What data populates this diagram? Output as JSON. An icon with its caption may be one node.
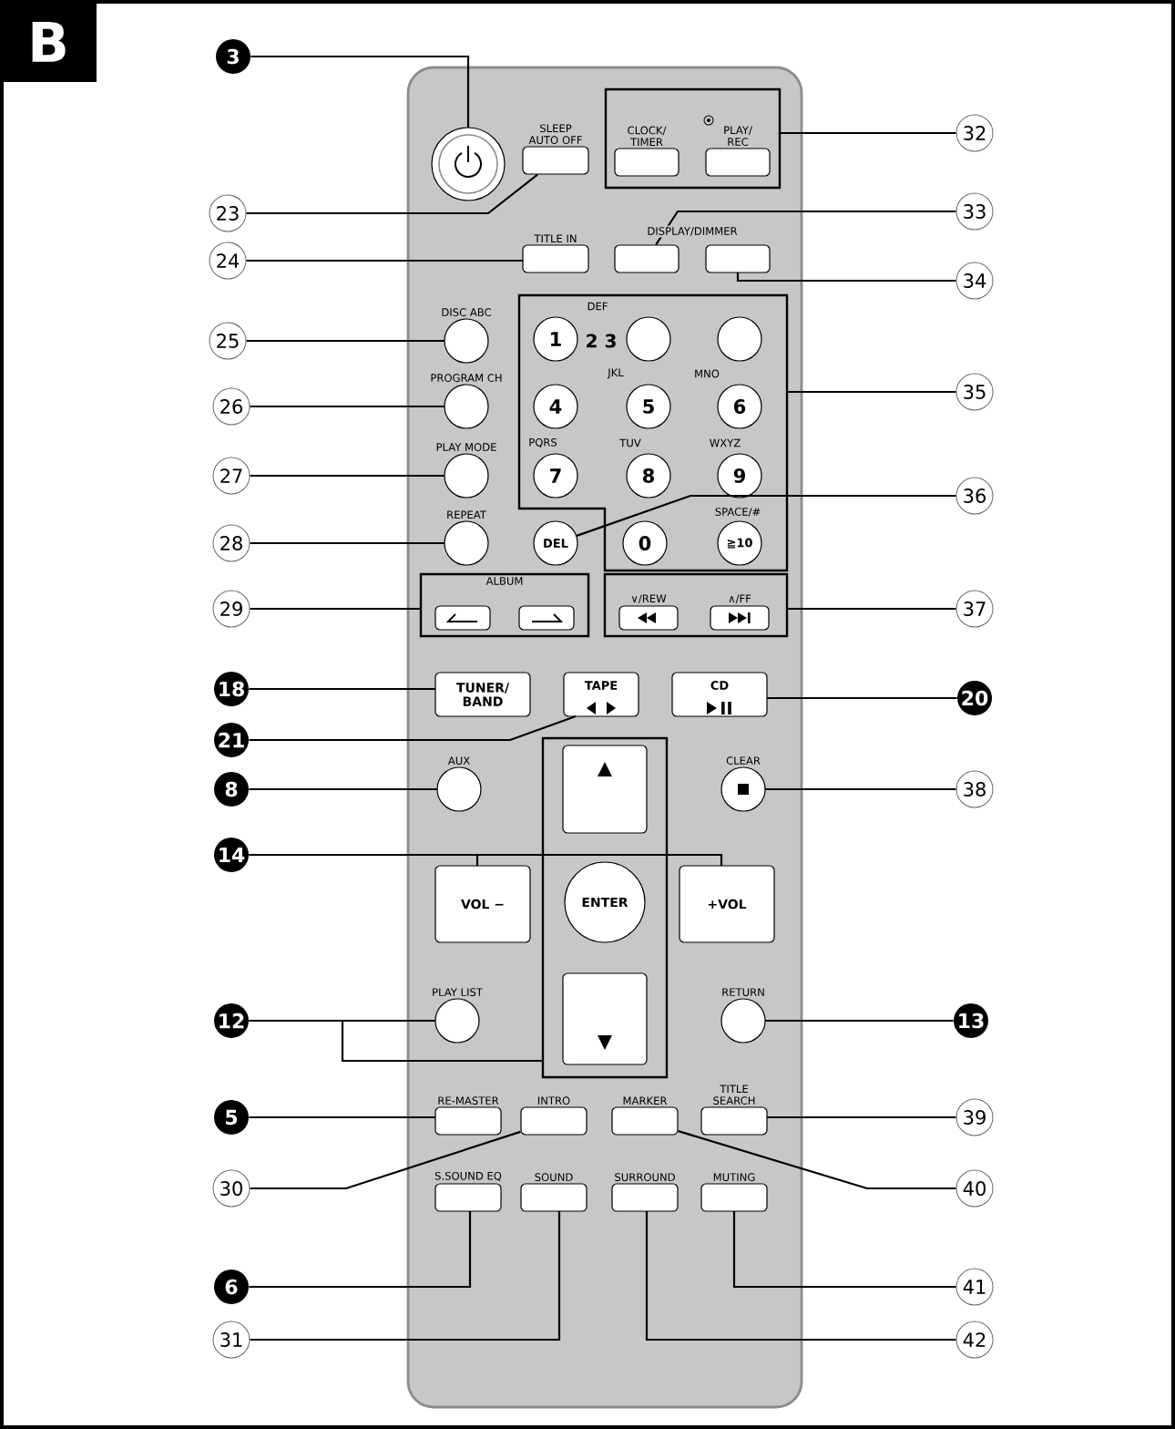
{
  "diagram": {
    "nodes": [
      {
        "text": [
          "3"
        ]
      },
      {
        "text": [],
        "shape": "circle"
      },
      {
        "text": [
          "SLEEP AUTO OFF"
        ]
      },
      {
        "text": [],
        "shape": "box"
      },
      {
        "text": [
          "CLOCK/ TIMER"
        ],
        "in": 3
      },
      {
        "text": [
          "PLAY/ REC"
        ],
        "in": 3
      },
      {
        "text": [
          "32"
        ]
      },
      {
        "text": [
          "23"
        ]
      },
      {
        "text": [
          "TITLE IN"
        ]
      },
      {
        "text": [
          "24"
        ]
      },
      {
        "text": [],
        "shape": "box"
      },
      {
        "text": [],
        "shape": "box"
      },
      {
        "text": [
          "33"
        ]
      },
      {
        "text": [
          "34"
        ]
      },
      {
        "text": [
          "DISC ABC"
        ]
      },
      {
        "text": [
          "25"
        ]
      },
      {
        "text": [],
        "shape": "box"
      },
      {
        "text": [
          "1"
        ],
        "in": 16
      },
      {
        "text": [],
        "shape": "circle",
        "in": 16
      },
      {
        "text": [],
        "shape": "circle",
        "in": 16
      },
      {
        "text": [
          "4"
        ],
        "in": 16
      },
      {
        "text": [
          "5"
        ],
        "in": 16
      },
      {
        "text": [
          "6"
        ],
        "in": 16
      },
      {
        "text": [
          "7"
        ],
        "in": 16
      },
      {
        "text": [
          "8"
        ],
        "in": 16
      },
      {
        "text": [
          "9"
        ],
        "in": 16
      },
      {
        "text": [
          "0"
        ],
        "in": 16
      },
      {
        "text": [
          "≧10"
        ],
        "in": 16
      },
      {
        "text": [
          "DEL"
        ]
      },
      {
        "text": [
          "35"
        ]
      },
      {
        "text": [
          "36"
        ]
      },
      {
        "text": [
          "PROGRAM CH"
        ]
      },
      {
        "text": [
          "26"
        ]
      },
      {
        "text": [
          "PLAY MODE"
        ]
      },
      {
        "text": [
          "27"
        ]
      },
      {
        "text": [
          "REPEAT"
        ]
      },
      {
        "text": [
          "28"
        ]
      },
      {
        "text": [
          "ALBUM"
        ]
      },
      {
        "text": [],
        "shape": "box",
        "in": 37
      },
      {
        "text": [],
        "shape": "box",
        "in": 37
      },
      {
        "text": [
          "29"
        ]
      },
      {
        "text": [],
        "shape": "box"
      },
      {
        "text": [
          "∨/REW"
        ],
        "in": 41
      },
      {
        "text": [
          "∧/FF"
        ],
        "in": 41
      },
      {
        "text": [
          "37"
        ]
      },
      {
        "text": [
          "TUNER/ BAND"
        ]
      },
      {
        "text": [
          "18"
        ]
      },
      {
        "text": [
          "TAPE"
        ]
      },
      {
        "text": [
          "21"
        ]
      },
      {
        "text": [
          "CD"
        ]
      },
      {
        "text": [
          "20"
        ]
      },
      {
        "text": [
          "AUX"
        ]
      },
      {
        "text": [
          "8"
        ]
      },
      {
        "text": [
          "CLEAR"
        ]
      },
      {
        "text": [
          "38"
        ]
      },
      {
        "text": [],
        "shape": "box"
      },
      {
        "text": [],
        "shape": "box",
        "in": 55
      },
      {
        "text": [
          "ENTER"
        ],
        "in": 55
      },
      {
        "text": [],
        "shape": "box",
        "in": 55
      },
      {
        "text": [
          "VOL −"
        ]
      },
      {
        "text": [
          "+VOL"
        ]
      },
      {
        "text": [
          "14"
        ]
      },
      {
        "text": [
          "PLAY LIST"
        ]
      },
      {
        "text": [
          "12"
        ]
      },
      {
        "text": [
          "RETURN"
        ]
      },
      {
        "text": [
          "13"
        ]
      },
      {
        "text": [
          "RE-MASTER"
        ]
      },
      {
        "text": [
          "INTRO"
        ]
      },
      {
        "text": [
          "MARKER"
        ]
      },
      {
        "text": [
          "TITLE SEARCH"
        ]
      },
      {
        "text": [
          "5"
        ]
      },
      {
        "text": [
          "39"
        ]
      },
      {
        "text": [
          "30"
        ]
      },
      {
        "text": [
          "40"
        ]
      },
      {
        "text": [
          "S.SOUND EQ"
        ]
      },
      {
        "text": [
          "SOUND"
        ]
      },
      {
        "text": [
          "SURROUND"
        ]
      },
      {
        "text": [
          "MUTING"
        ]
      },
      {
        "text": [
          "6"
        ]
      },
      {
        "text": [
          "31"
        ]
      },
      {
        "text": [
          "41"
        ]
      },
      {
        "text": [
          "42"
        ]
      }
    ],
    "edges": [
      {
        "from": 0,
        "to": 1,
        "arrow": "none"
      },
      {
        "from": 7,
        "to": 2,
        "arrow": "none"
      },
      {
        "from": 6,
        "to": 3,
        "arrow": "none"
      },
      {
        "from": 9,
        "to": 8,
        "arrow": "none"
      },
      {
        "from": 12,
        "to": 10,
        "arrow": "none"
      },
      {
        "from": 13,
        "to": 11,
        "arrow": "none"
      },
      {
        "from": 15,
        "to": 14,
        "arrow": "none"
      },
      {
        "from": 29,
        "to": 16,
        "arrow": "none"
      },
      {
        "from": 30,
        "to": 28,
        "arrow": "none"
      },
      {
        "from": 32,
        "to": 31,
        "arrow": "none"
      },
      {
        "from": 34,
        "to": 33,
        "arrow": "none"
      },
      {
        "from": 36,
        "to": 35,
        "arrow": "none"
      },
      {
        "from": 40,
        "to": 37,
        "arrow": "none"
      },
      {
        "from": 44,
        "to": 41,
        "arrow": "none"
      },
      {
        "from": 46,
        "to": 45,
        "arrow": "none"
      },
      {
        "from": 48,
        "to": 47,
        "arrow": "none"
      },
      {
        "from": 50,
        "to": 49,
        "arrow": "none"
      },
      {
        "from": 52,
        "to": 51,
        "arrow": "none"
      },
      {
        "from": 54,
        "to": 53,
        "arrow": "none"
      },
      {
        "from": 61,
        "to": 59,
        "arrow": "none"
      },
      {
        "from": 61,
        "to": 60,
        "arrow": "none"
      },
      {
        "from": 63,
        "to": 62,
        "arrow": "none"
      },
      {
        "from": 63,
        "to": 55,
        "arrow": "none"
      },
      {
        "from": 65,
        "to": 64,
        "arrow": "none"
      },
      {
        "from": 70,
        "to": 66,
        "arrow": "none"
      },
      {
        "from": 72,
        "to": 67,
        "arrow": "none"
      },
      {
        "from": 73,
        "to": 68,
        "arrow": "none"
      },
      {
        "from": 71,
        "to": 69,
        "arrow": "none"
      },
      {
        "from": 78,
        "to": 74,
        "arrow": "none"
      },
      {
        "from": 79,
        "to": 75,
        "arrow": "none"
      },
      {
        "from": 80,
        "to": 77,
        "arrow": "none"
      },
      {
        "from": 81,
        "to": 76,
        "arrow": "none"
      }
    ],
    "labels": [
      "B",
      "DISPLAY/DIMMER",
      "DEF",
      "2 3",
      "JKL",
      "MNO",
      "PQRS",
      "TUV",
      "WXYZ",
      "SPACE/#"
    ]
  }
}
